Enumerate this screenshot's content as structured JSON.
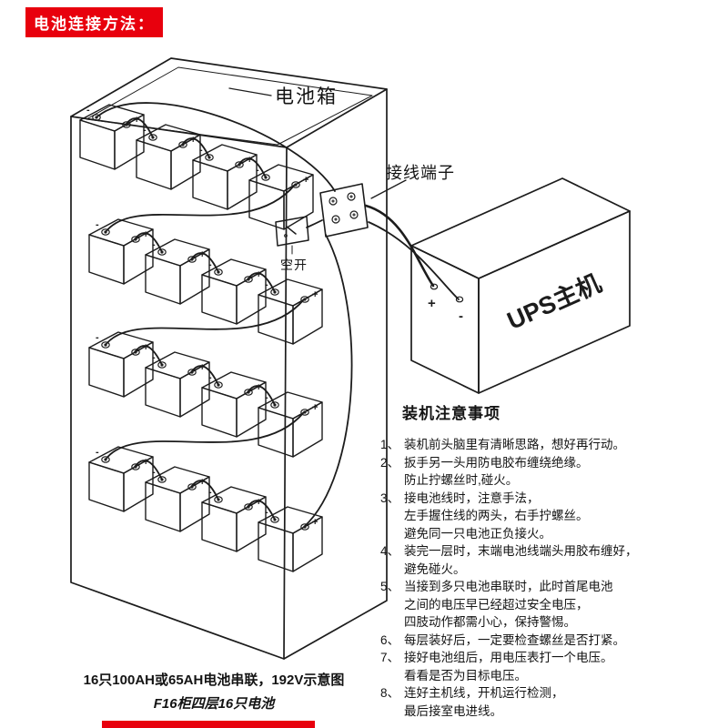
{
  "banner": {
    "title": "电池连接方法：",
    "color": "#e8000d"
  },
  "labels": {
    "battery_box": "电池箱",
    "terminal": "接线端子",
    "breaker": "空开",
    "ups": "UPS主机",
    "plus": "+",
    "minus": "-"
  },
  "notes": {
    "heading": "装机注意事项",
    "items": [
      {
        "num": "1、",
        "text": "装机前头脑里有清晰思路，想好再行动。"
      },
      {
        "num": "2、",
        "text": "扳手另一头用防电胶布缠绕绝缘。\n防止拧螺丝时,碰火。"
      },
      {
        "num": "3、",
        "text": "接电池线时，注意手法，\n左手握住线的两头，右手拧螺丝。\n避免同一只电池正负接火。"
      },
      {
        "num": "4、",
        "text": "装完一层时，末端电池线端头用胶布缠好，\n避免碰火。"
      },
      {
        "num": "5、",
        "text": "当接到多只电池串联时，此时首尾电池\n之间的电压早已经超过安全电压，\n四肢动作都需小心，保持警惕。"
      },
      {
        "num": "6、",
        "text": "每层装好后，一定要检查螺丝是否打紧。"
      },
      {
        "num": "7、",
        "text": "接好电池组后，用电压表打一个电压。\n看看是否为目标电压。"
      },
      {
        "num": "8、",
        "text": "连好主机线，开机运行检测，\n最后接室电进线。"
      }
    ]
  },
  "captions": {
    "line1": "16只100AH或65AH电池串联，192V示意图",
    "line2": "F16柜四层16只电池"
  }
}
